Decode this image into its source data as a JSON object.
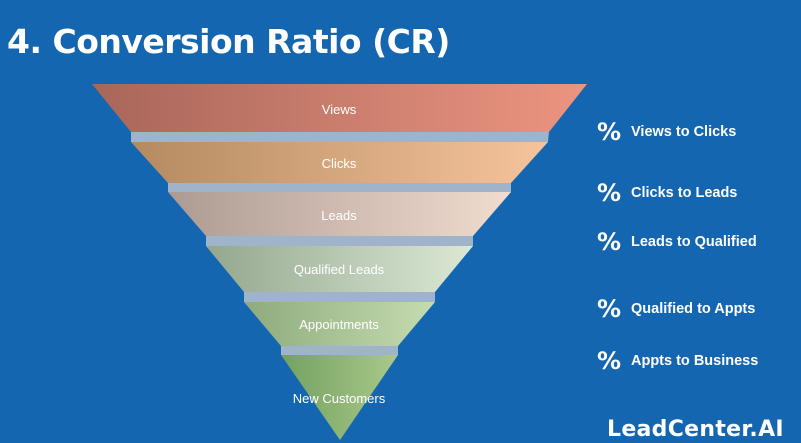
{
  "title": "4. Conversion Ratio (CR)",
  "funnel": {
    "stages": [
      {
        "label": "Views",
        "color_dark": "#a8665a",
        "color_light": "#ec9580"
      },
      {
        "label": "Clicks",
        "color_dark": "#b48a60",
        "color_light": "#f6c49c"
      },
      {
        "label": "Leads",
        "color_dark": "#ad9a92",
        "color_light": "#f1dccf"
      },
      {
        "label": "Qualified Leads",
        "color_dark": "#94a88e",
        "color_light": "#dbe8d5"
      },
      {
        "label": "Appointments",
        "color_dark": "#8eab7d",
        "color_light": "#c5dcb0"
      },
      {
        "label": "New Customers",
        "color_dark": "#73a161",
        "color_light": "#a9c98a"
      }
    ],
    "connector_color": "#b7c1cf"
  },
  "ratios": [
    {
      "symbol": "%",
      "label": "Views to Clicks"
    },
    {
      "symbol": "%",
      "label": "Clicks to Leads"
    },
    {
      "symbol": "%",
      "label": "Leads to Qualified"
    },
    {
      "symbol": "%",
      "label": "Qualified to Appts"
    },
    {
      "symbol": "%",
      "label": "Appts to Business"
    }
  ],
  "brand": "LeadCenter.AI",
  "colors": {
    "background": "#1566b0",
    "text": "#ffffff"
  }
}
